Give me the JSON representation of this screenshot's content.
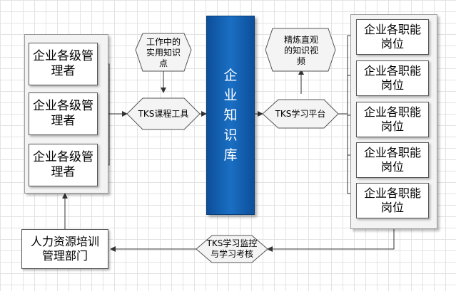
{
  "managers": [
    "企业各级管理者",
    "企业各级管理者",
    "企业各级管理者"
  ],
  "positions": [
    "企业各职能岗位",
    "企业各职能岗位",
    "企业各职能岗位",
    "企业各职能岗位",
    "企业各职能岗位"
  ],
  "hr_dept": "人力资源培训管理部门",
  "knowledge_base": "企业知识库",
  "tks_course_tool": "TKS课程工具",
  "practical_points": "工作中的实用知识点",
  "tks_learning_platform": "TKS学习平台",
  "videos": "精炼直观的知识视频",
  "monitoring": "TKS学习监控与学习考核",
  "colors": {
    "kb_fill": "#1565b8",
    "line": "#333333",
    "panel": "#f3f3f3"
  }
}
